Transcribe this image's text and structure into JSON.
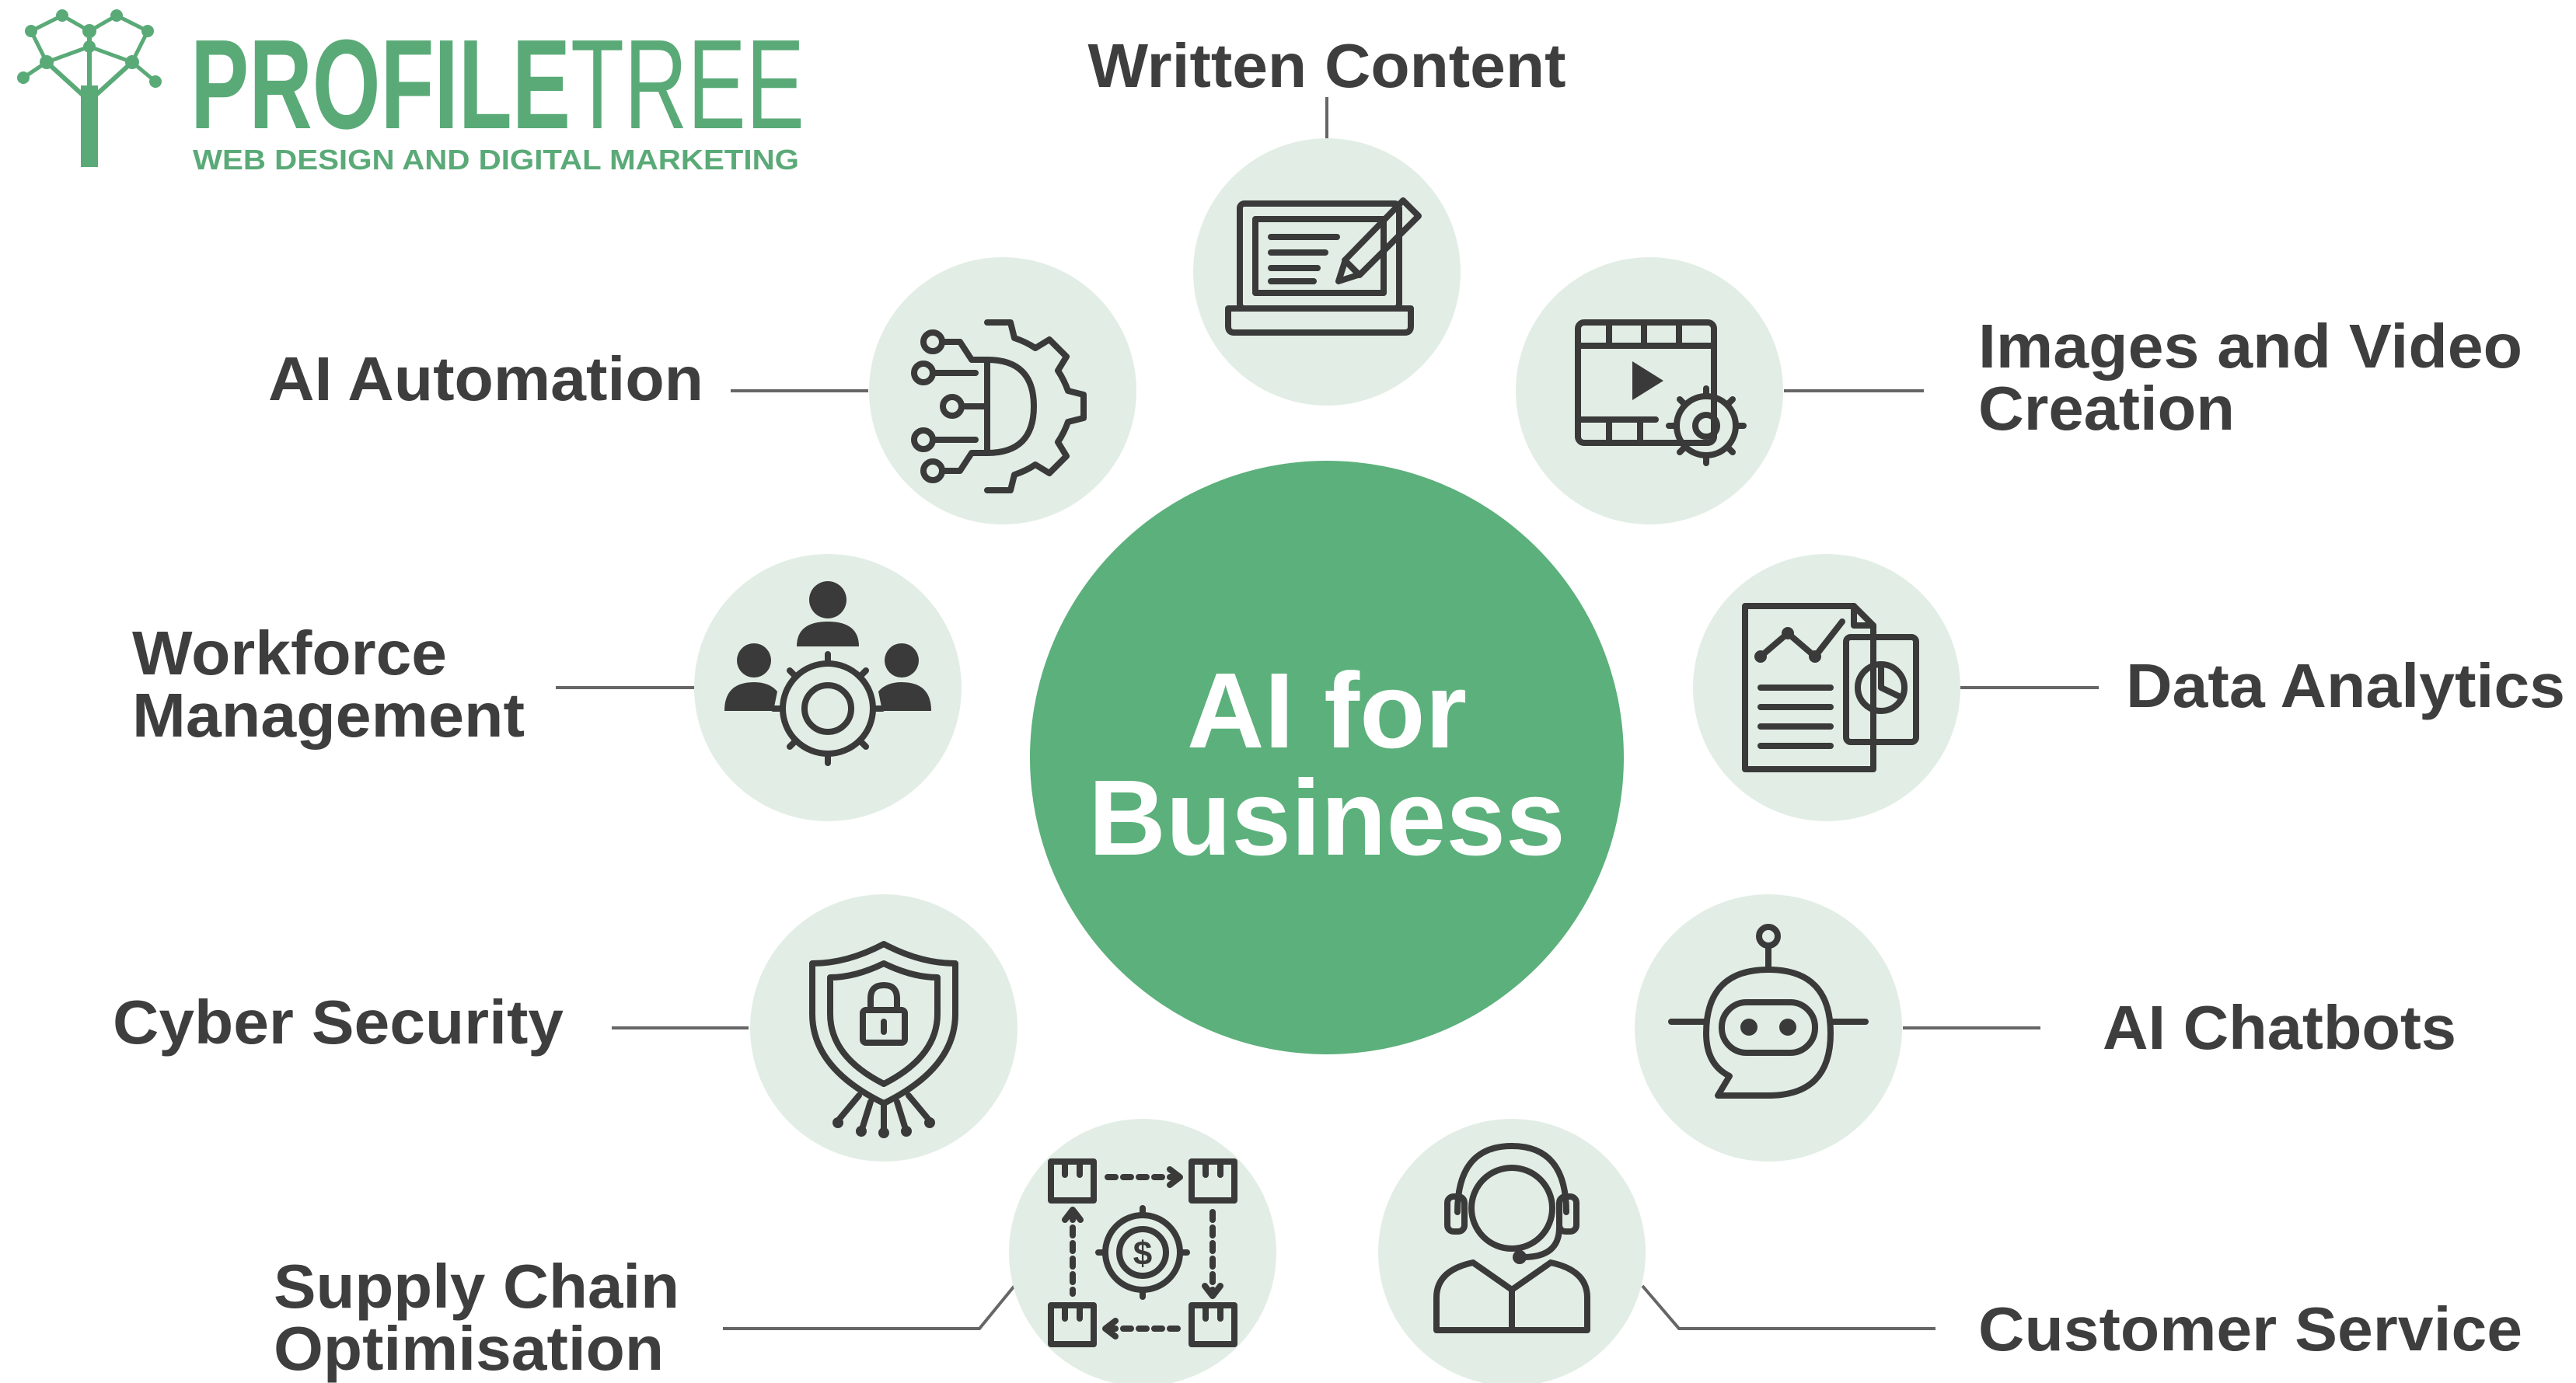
{
  "brand": {
    "name_part1": "PROFILE",
    "name_part2": "TREE",
    "tagline": "WEB DESIGN AND DIGITAL MARKETING",
    "color": "#5aaa78",
    "icon": "tree-network-icon"
  },
  "center": {
    "line1": "AI for",
    "line2": "Business",
    "color": "#5cb07b"
  },
  "colors": {
    "bubble": "#e2eee5",
    "text": "#3e3e3e",
    "line": "#666666"
  },
  "nodes": [
    {
      "id": "written-content",
      "label_lines": [
        "Written Content"
      ],
      "icon": "laptop-pen-icon"
    },
    {
      "id": "images-video",
      "label_lines": [
        "Images and Video",
        "Creation"
      ],
      "icon": "video-gear-icon"
    },
    {
      "id": "data-analytics",
      "label_lines": [
        "Data Analytics"
      ],
      "icon": "report-chart-icon"
    },
    {
      "id": "ai-chatbots",
      "label_lines": [
        "AI Chatbots"
      ],
      "icon": "robot-chat-icon"
    },
    {
      "id": "customer-service",
      "label_lines": [
        "Customer Service"
      ],
      "icon": "headset-agent-icon"
    },
    {
      "id": "supply-chain",
      "label_lines": [
        "Supply Chain",
        "Optimisation"
      ],
      "icon": "supply-cycle-icon"
    },
    {
      "id": "cyber-security",
      "label_lines": [
        "Cyber Security"
      ],
      "icon": "shield-lock-icon"
    },
    {
      "id": "workforce",
      "label_lines": [
        "Workforce",
        "Management"
      ],
      "icon": "team-gear-icon"
    },
    {
      "id": "ai-automation",
      "label_lines": [
        "AI Automation"
      ],
      "icon": "circuit-gear-icon"
    }
  ]
}
